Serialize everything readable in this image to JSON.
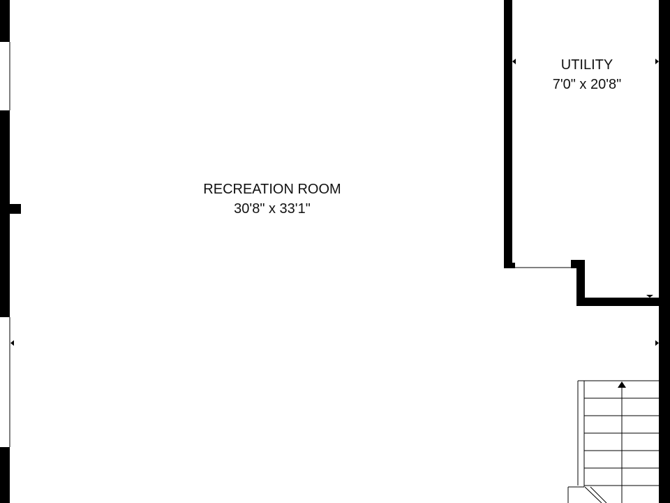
{
  "rooms": {
    "recreation": {
      "name": "RECREATION ROOM",
      "dimensions": "30'8\" x 33'1\""
    },
    "utility": {
      "name": "UTILITY",
      "dimensions": "7'0\" x 20'8\""
    }
  },
  "colors": {
    "wall": "#000000",
    "background": "#ffffff",
    "text": "#111111",
    "stair_line": "#000000"
  },
  "icons": {
    "stair_direction": "up-arrow",
    "dimension_markers": "triangle-arrow"
  }
}
